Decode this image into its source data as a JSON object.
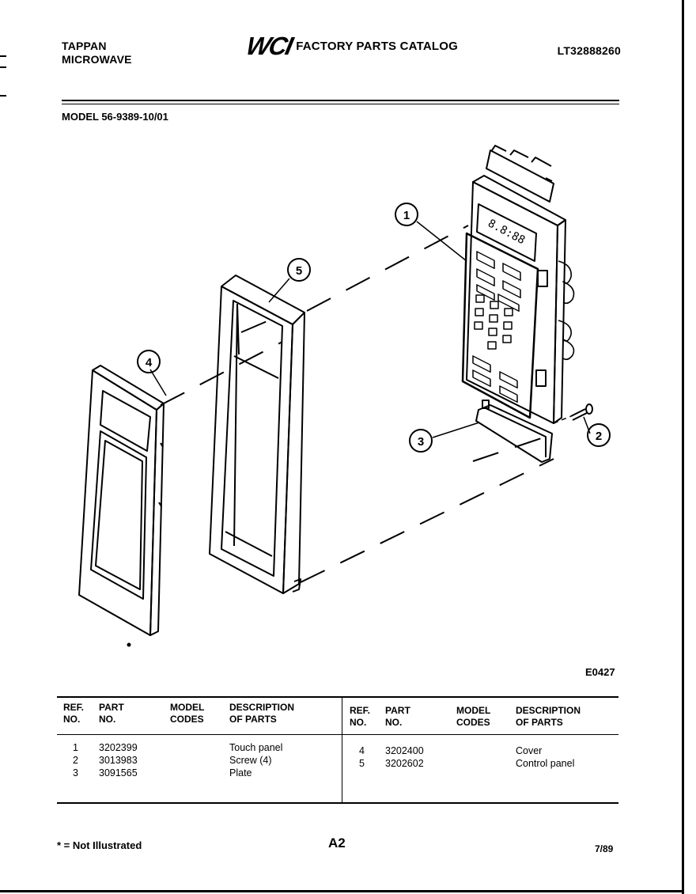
{
  "header": {
    "brand_line1": "TAPPAN",
    "brand_line2": "MICROWAVE",
    "logo_text": "WCI",
    "catalog_title": "FACTORY PARTS CATALOG",
    "catalog_number": "LT32888260"
  },
  "model_label": "MODEL 56-9389-10/01",
  "diagram": {
    "callouts": [
      "1",
      "2",
      "3",
      "4",
      "5"
    ],
    "figure_code": "E0427"
  },
  "parts_table": {
    "headers": {
      "ref": "REF.\nNO.",
      "part": "PART\nNO.",
      "codes": "MODEL\nCODES",
      "desc": "DESCRIPTION\nOF PARTS"
    },
    "left_rows": [
      {
        "ref": "1",
        "part": "3202399",
        "codes": "",
        "desc": "Touch panel"
      },
      {
        "ref": "2",
        "part": "3013983",
        "codes": "",
        "desc": "Screw (4)"
      },
      {
        "ref": "3",
        "part": "3091565",
        "codes": "",
        "desc": "Plate"
      }
    ],
    "right_rows": [
      {
        "ref": "4",
        "part": "3202400",
        "codes": "",
        "desc": "Cover"
      },
      {
        "ref": "5",
        "part": "3202602",
        "codes": "",
        "desc": "Control panel"
      }
    ]
  },
  "footer": {
    "note": "* = Not Illustrated",
    "page": "A2",
    "date": "7/89"
  }
}
